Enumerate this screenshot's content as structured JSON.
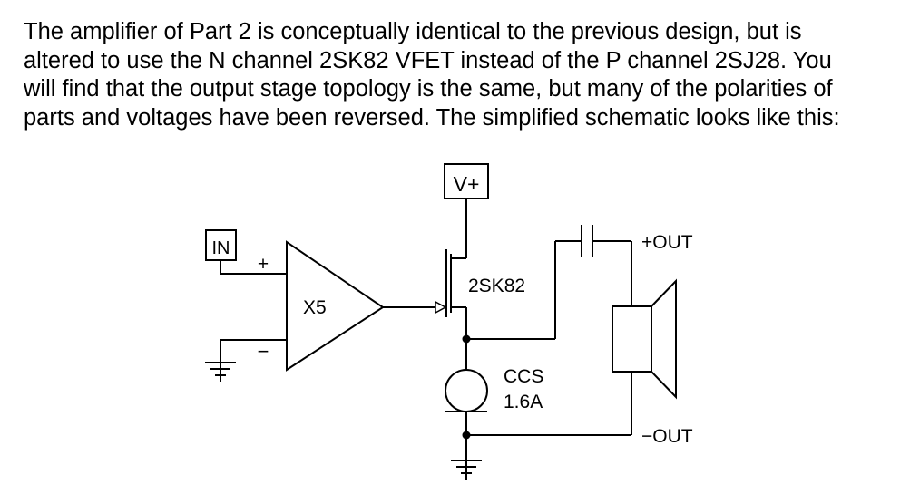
{
  "paragraph": {
    "lines": [
      "The amplifier of Part 2 is conceptually identical to the previous design, but is",
      "altered to use the N channel 2SK82 VFET instead of the P channel 2SJ28.  You",
      "will find that the output stage topology is the same, but many of the polarities of",
      "parts and voltages have been reversed.  The simplified schematic looks like this:"
    ]
  },
  "schematic": {
    "supply_label": "V+",
    "input_label": "IN",
    "opamp_plus": "+",
    "opamp_minus": "−",
    "opamp_gain": "X5",
    "fet_label": "2SK82",
    "ccs_label": "CCS",
    "ccs_value": "1.6A",
    "out_plus": "+OUT",
    "out_minus": "−OUT"
  }
}
